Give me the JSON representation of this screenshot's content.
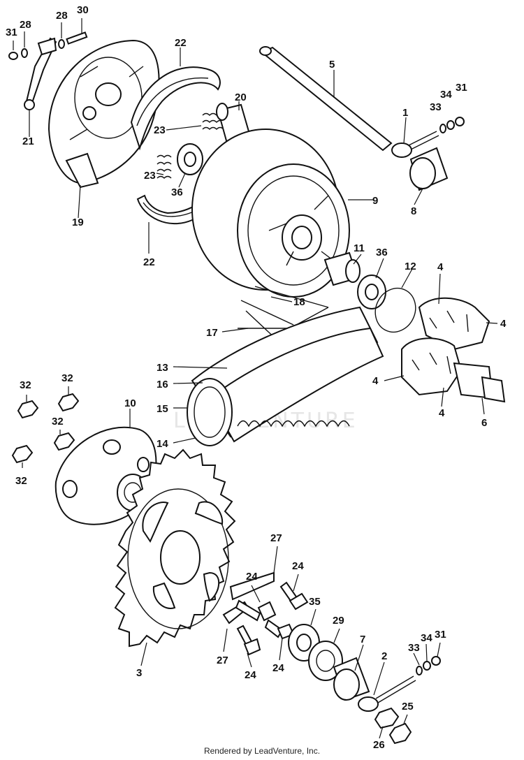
{
  "watermark": "LEADVENTURE",
  "credit": "Rendered by LeadVenture, Inc.",
  "callouts": {
    "c31a": "31",
    "c28": "28",
    "c28b": "28",
    "c30": "30",
    "c21": "21",
    "c19": "19",
    "c22a": "22",
    "c22b": "22",
    "c20": "20",
    "c23a": "23",
    "c23b": "23",
    "c36a": "36",
    "c36b": "36",
    "c5": "5",
    "c1": "1",
    "c33a": "33",
    "c34a": "34",
    "c31b": "31",
    "c8": "8",
    "c9": "9",
    "c11": "11",
    "c12": "12",
    "c18": "18",
    "c17": "17",
    "c13": "13",
    "c16": "16",
    "c15": "15",
    "c14": "14",
    "c4a": "4",
    "c4b": "4",
    "c4c": "4",
    "c4d": "4",
    "c6": "6",
    "c32a": "32",
    "c32b": "32",
    "c32c": "32",
    "c32d": "32",
    "c10": "10",
    "c3": "3",
    "c27a": "27",
    "c24a": "24",
    "c24b": "24",
    "c35": "35",
    "c29": "29",
    "c24c": "24",
    "c27b": "27",
    "c24d": "24",
    "c7": "7",
    "c2": "2",
    "c33b": "33",
    "c34b": "34",
    "c31c": "31",
    "c25": "25",
    "c26": "26"
  }
}
